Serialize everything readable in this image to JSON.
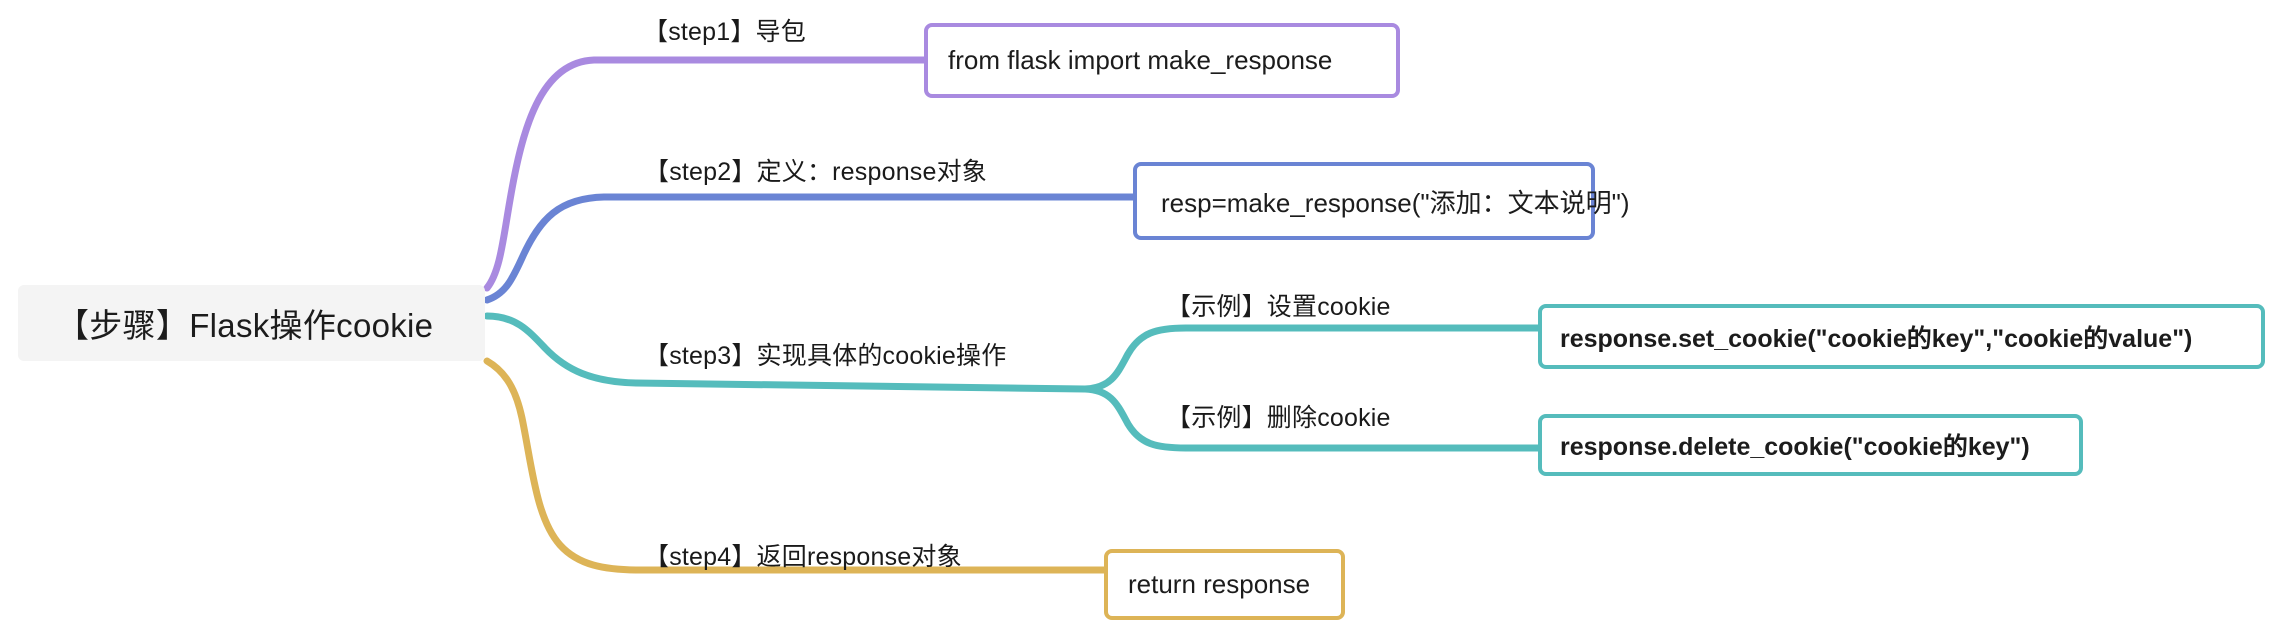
{
  "diagram": {
    "type": "mindmap",
    "title": "【步骤】Flask操作cookie",
    "background": "#ffffff",
    "root": {
      "label": "【步骤】Flask操作cookie",
      "background": "#f4f4f4",
      "text_color": "#1c1c1c"
    },
    "branches": [
      {
        "id": "step1",
        "label": "【step1】导包",
        "color": "#a98ae0",
        "leaf": {
          "text": "from flask import make_response",
          "border_color": "#a98ae0",
          "bold": false
        }
      },
      {
        "id": "step2",
        "label": "【step2】定义：response对象",
        "color": "#6a84d4",
        "leaf": {
          "text": "resp=make_response(\"添加：文本说明\")",
          "border_color": "#6a84d4",
          "bold": false
        }
      },
      {
        "id": "step3",
        "label": "【step3】实现具体的cookie操作",
        "color": "#55bcbc",
        "children": [
          {
            "id": "example-set",
            "label": "【示例】设置cookie",
            "color": "#55bcbc",
            "leaf": {
              "text": "response.set_cookie(\"cookie的key\",\"cookie的value\")",
              "border_color": "#55bcbc",
              "bold": true
            }
          },
          {
            "id": "example-delete",
            "label": "【示例】删除cookie",
            "color": "#55bcbc",
            "leaf": {
              "text": "response.delete_cookie(\"cookie的key\")",
              "border_color": "#55bcbc",
              "bold": true
            }
          }
        ]
      },
      {
        "id": "step4",
        "label": "【step4】返回response对象",
        "color": "#ddb457",
        "leaf": {
          "text": "return response",
          "border_color": "#ddb457",
          "bold": false
        }
      }
    ]
  }
}
